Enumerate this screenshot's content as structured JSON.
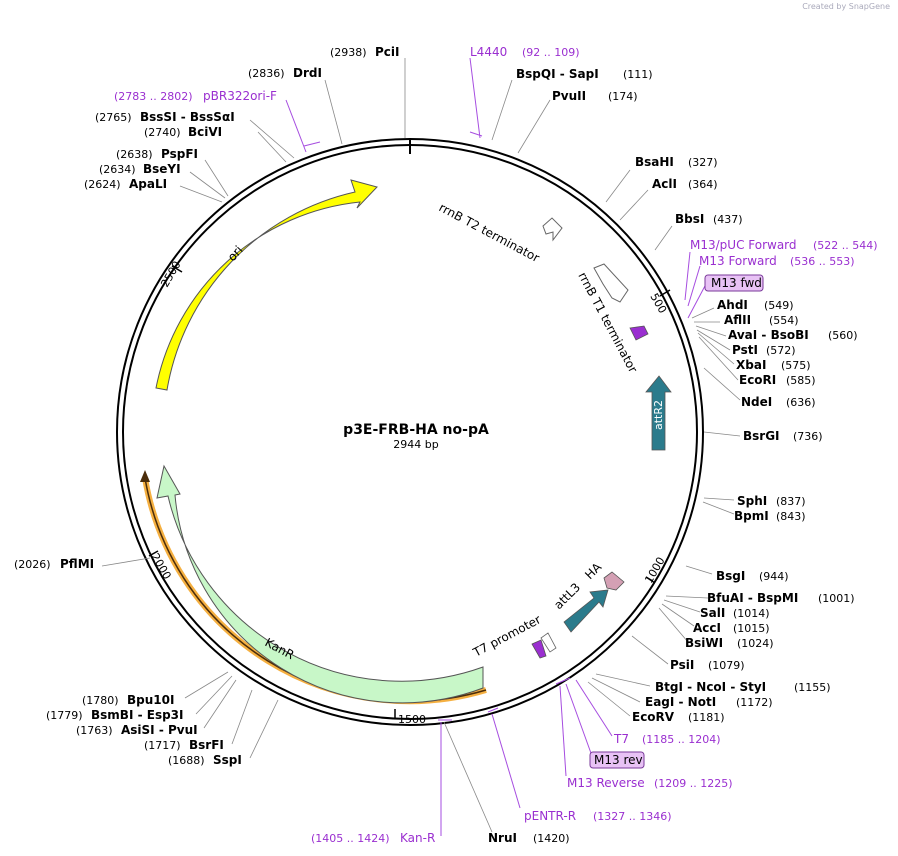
{
  "credit": {
    "prefix": "Created by",
    "brand": "SnapGene"
  },
  "plasmid": {
    "name": "p3E-FRB-HA no-pA",
    "length_label": "2944 bp"
  },
  "ticks": [
    "500",
    "1000",
    "1500",
    "2000",
    "2500"
  ],
  "features": {
    "ori": "ori",
    "kanr": "KanR",
    "rrnb_t2": "rrnB T2 terminator",
    "rrnb_t1": "rrnB T1 terminator",
    "attr2": "attR2",
    "attl3": "attL3",
    "ha": "HA",
    "t7_promoter": "T7 promoter"
  },
  "sites": {
    "pcii": {
      "name": "PciI",
      "pos": "(2938)"
    },
    "drdi": {
      "name": "DrdI",
      "pos": "(2836)"
    },
    "bssqi": {
      "name": "BssSI  -  BssSαI",
      "pos": "(2765)"
    },
    "bcivi": {
      "name": "BciVI",
      "pos": "(2740)"
    },
    "pspfi": {
      "name": "PspFI",
      "pos": "(2638)"
    },
    "bseyi": {
      "name": "BseYI",
      "pos": "(2634)"
    },
    "apali": {
      "name": "ApaLI",
      "pos": "(2624)"
    },
    "bspqi": {
      "name": "BspQI  -  SapI",
      "pos": "(111)"
    },
    "pvuii": {
      "name": "PvuII",
      "pos": "(174)"
    },
    "bsahi": {
      "name": "BsaHI",
      "pos": "(327)"
    },
    "acli": {
      "name": "AclI",
      "pos": "(364)"
    },
    "bbsi": {
      "name": "BbsI",
      "pos": "(437)"
    },
    "ahdi": {
      "name": "AhdI",
      "pos": "(549)"
    },
    "aflii": {
      "name": "AflII",
      "pos": "(554)"
    },
    "avai": {
      "name": "AvaI  -  BsoBI",
      "pos": "(560)"
    },
    "psti": {
      "name": "PstI",
      "pos": "(572)"
    },
    "xbai": {
      "name": "XbaI",
      "pos": "(575)"
    },
    "ecori": {
      "name": "EcoRI",
      "pos": "(585)"
    },
    "ndei": {
      "name": "NdeI",
      "pos": "(636)"
    },
    "bsrgi": {
      "name": "BsrGI",
      "pos": "(736)"
    },
    "sphi": {
      "name": "SphI",
      "pos": "(837)"
    },
    "bpmi": {
      "name": "BpmI",
      "pos": "(843)"
    },
    "bsgi": {
      "name": "BsgI",
      "pos": "(944)"
    },
    "bfuai": {
      "name": "BfuAI  -  BspMI",
      "pos": "(1001)"
    },
    "sali": {
      "name": "SalI",
      "pos": "(1014)"
    },
    "acci": {
      "name": "AccI",
      "pos": "(1015)"
    },
    "bsiwi": {
      "name": "BsiWI",
      "pos": "(1024)"
    },
    "psii": {
      "name": "PsiI",
      "pos": "(1079)"
    },
    "btgi": {
      "name": "BtgI  -  NcoI  -  StyI",
      "pos": "(1155)"
    },
    "eagi": {
      "name": "EagI  -  NotI",
      "pos": "(1172)"
    },
    "ecorv": {
      "name": "EcoRV",
      "pos": "(1181)"
    },
    "drui": {
      "name": "NruI",
      "pos": "(1420)"
    },
    "pflmi": {
      "name": "PflMI",
      "pos": "(2026)"
    },
    "bpu10i": {
      "name": "Bpu10I",
      "pos": "(1780)"
    },
    "bsmbi": {
      "name": "BsmBI  -  Esp3I",
      "pos": "(1779)"
    },
    "asisi": {
      "name": "AsiSI  -  PvuI",
      "pos": "(1763)"
    },
    "bsrfi": {
      "name": "BsrFI",
      "pos": "(1717)"
    },
    "sspi": {
      "name": "SspI",
      "pos": "(1688)"
    }
  },
  "primers": {
    "l4440": {
      "name": "L4440",
      "range": "(92 .. 109)"
    },
    "pbr322": {
      "name": "pBR322ori-F",
      "range": "(2783 .. 2802)"
    },
    "m13puc": {
      "name": "M13/pUC Forward",
      "range": "(522 .. 544)"
    },
    "m13fwd": {
      "name": "M13 Forward",
      "range": "(536 .. 553)"
    },
    "m13fwd_box": "M13 fwd",
    "t7": {
      "name": "T7",
      "range": "(1185 .. 1204)"
    },
    "m13rev_box": "M13 rev",
    "m13rev": {
      "name": "M13 Reverse",
      "range": "(1209 .. 1225)"
    },
    "pentr": {
      "name": "pENTR-R",
      "range": "(1327 .. 1346)"
    },
    "kanr_p": {
      "name": "Kan-R",
      "range": "(1405 .. 1424)"
    }
  },
  "colors": {
    "ori": "#ffff00",
    "kanr": "#c8f7c8",
    "attr": "#2b7b8c",
    "ha": "#d4a0b4",
    "primer": "#a64de0",
    "kanr_outline": "#f5b041"
  }
}
